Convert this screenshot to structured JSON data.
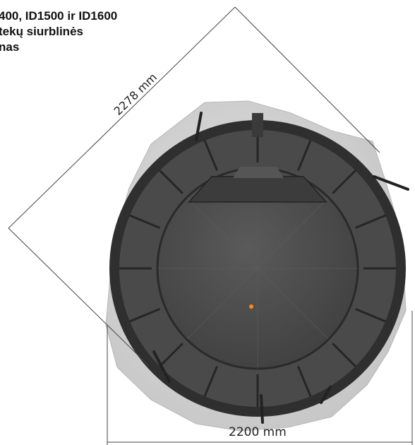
{
  "title_lines": [
    "400, ID1500 ir ID1600",
    "tekų siurblinės",
    "nas"
  ],
  "dimensions": {
    "diagonal": "2278 mm",
    "width": "2200 mm"
  },
  "colors": {
    "concrete": "#d2d2d2",
    "ring": "#3a3a3a",
    "interior": "#4e4e4e",
    "light": "#ff8a1a"
  }
}
